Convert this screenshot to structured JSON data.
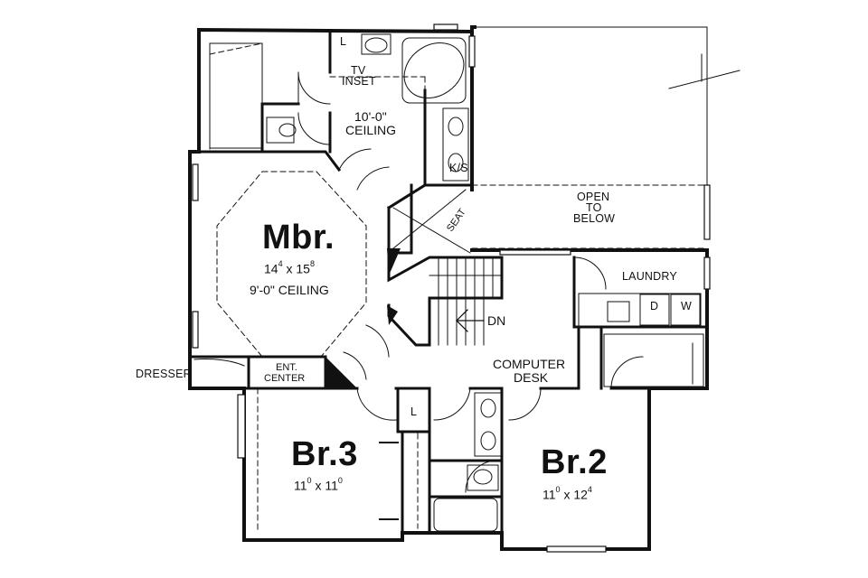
{
  "rooms": {
    "master": {
      "name": "Mbr.",
      "dim_w_ft": "14",
      "dim_w_in": "4",
      "dim_sep": "x",
      "dim_l_ft": "15",
      "dim_l_in": "8",
      "ceiling": "9'-0\" CEILING"
    },
    "bed2": {
      "name": "Br.2",
      "dim_w_ft": "11",
      "dim_w_in": "0",
      "dim_sep": "x",
      "dim_l_ft": "12",
      "dim_l_in": "4"
    },
    "bed3": {
      "name": "Br.3",
      "dim_w_ft": "11",
      "dim_w_in": "0",
      "dim_sep": "x",
      "dim_l_ft": "11",
      "dim_l_in": "0"
    }
  },
  "labels": {
    "tv_inset_1": "TV",
    "tv_inset_2": "INSET",
    "ceiling_1": "10'-0\"",
    "ceiling_2": "CEILING",
    "ks": "K/S",
    "seat": "SEAT",
    "open_1": "OPEN",
    "open_2": "TO",
    "open_3": "BELOW",
    "laundry": "LAUNDRY",
    "dryer": "D",
    "washer": "W",
    "dn": "DN",
    "desk_1": "COMPUTER",
    "desk_2": "DESK",
    "dresser": "DRESSER",
    "ent_1": "ENT.",
    "ent_2": "CENTER",
    "linen_master": "L",
    "linen_hall": "L"
  }
}
